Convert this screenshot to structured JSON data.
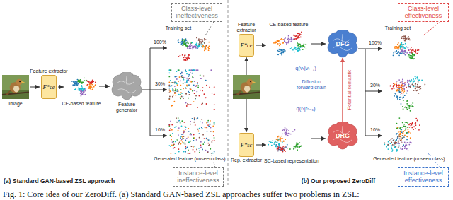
{
  "diagram": {
    "caption": "Fig. 1: Core idea of our ZeroDiff. (a) Standard GAN-based ZSL approaches suffer two problems in ZSL:",
    "nodes": [
      {
        "text": [
          "Class-level ineffectiveness"
        ]
      },
      {
        "text": [
          "Feature extractor",
          "F*ce"
        ]
      },
      {
        "text": [
          "Feature generator"
        ]
      },
      {
        "text": [
          "Instance-level ineffectiveness"
        ]
      },
      {
        "text": [
          "Feature extractor",
          "F*ce"
        ]
      },
      {
        "text": [
          "DFG"
        ]
      },
      {
        "text": [
          "Class-level effectiveness"
        ]
      },
      {
        "text": [
          "Rep. extractor",
          "F*sc"
        ]
      },
      {
        "text": [
          "DRG"
        ]
      },
      {
        "text": [
          "Instance-level effectiveness"
        ]
      }
    ],
    "edges": [
      {
        "from": 8,
        "to": 5,
        "arrow": "to",
        "label": "Potential semantic"
      }
    ],
    "labels": [
      "Image",
      "CE-based feature",
      "Training set",
      "100%",
      "30%",
      "10%",
      "Generated feature (unseen class)",
      "(a) Standard GAN-based ZSL approach",
      "CE-based feature",
      "q(vₜ|vₜ₋₁)",
      "Diffusion forward chain",
      "q(rₜ|rₜ₋₁)",
      "SC-based representation",
      "Training set",
      "100%",
      "30%",
      "10%",
      "Generated feature (unseen class)",
      "(b) Our proposed ZeroDiff"
    ]
  }
}
